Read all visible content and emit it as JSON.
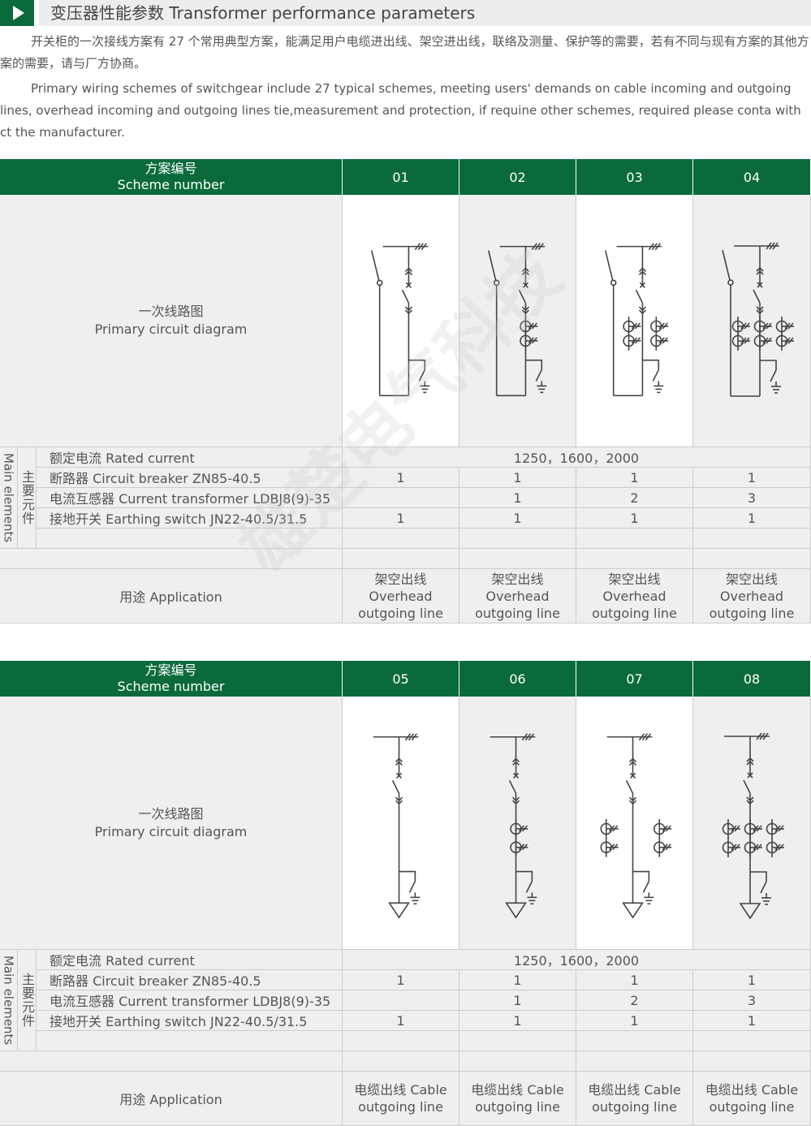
{
  "title": "变压器性能参数 Transformer performance parameters",
  "intro": {
    "cn": "开关柜的一次接线方案有 27 个常用典型方案，能满足用户电缆进出线、架空进出线，联络及测量、保护等的需要，若有不同与现有方案的其他方案的需要，请与厂方协商。",
    "en": "Primary wiring schemes of switchgear include 27 typical schemes, meeting users' demands on cable incoming and outgoing lines, overhead incoming and outgoing lines tie,measurement and protection, if requine other schemes, required please conta with ct the manufacturer."
  },
  "watermark": "雄楚电气科技",
  "labels": {
    "scheme_cn": "方案编号",
    "scheme_en": "Scheme number",
    "diagram_cn": "一次线路图",
    "diagram_en": "Primary circuit diagram",
    "main_en": "Main elements",
    "main_cn": "主要元件",
    "rated": "额定电流 Rated current",
    "breaker": "断路器 Circuit breaker ZN85-40.5",
    "ct": "电流互感器 Current transformer LDBJ8(9)-35",
    "earth": "接地开关 Earthing switch JN22-40.5/31.5",
    "application": "用途 Application"
  },
  "tables": [
    {
      "rated_current": "1250，1600，2000",
      "schemes": [
        {
          "number": "01",
          "diagram": "overhead",
          "ct": 0,
          "breaker": "1",
          "ct_count": "",
          "earthing": "1",
          "app_cn": "架空出线",
          "app_en": "Overhead outgoing line"
        },
        {
          "number": "02",
          "diagram": "overhead",
          "ct": 1,
          "breaker": "1",
          "ct_count": "1",
          "earthing": "1",
          "app_cn": "架空出线",
          "app_en": "Overhead outgoing line"
        },
        {
          "number": "03",
          "diagram": "overhead",
          "ct": 2,
          "breaker": "1",
          "ct_count": "2",
          "earthing": "1",
          "app_cn": "架空出线",
          "app_en": "Overhead outgoing line"
        },
        {
          "number": "04",
          "diagram": "overhead",
          "ct": 3,
          "breaker": "1",
          "ct_count": "3",
          "earthing": "1",
          "app_cn": "架空出线",
          "app_en": "Overhead outgoing line"
        }
      ]
    },
    {
      "rated_current": "1250，1600，2000",
      "schemes": [
        {
          "number": "05",
          "diagram": "cable",
          "ct": 0,
          "breaker": "1",
          "ct_count": "",
          "earthing": "1",
          "app_cn": "电缆出线 Cable",
          "app_en": "outgoing line"
        },
        {
          "number": "06",
          "diagram": "cable",
          "ct": 1,
          "breaker": "1",
          "ct_count": "1",
          "earthing": "1",
          "app_cn": "电缆出线 Cable",
          "app_en": "outgoing line"
        },
        {
          "number": "07",
          "diagram": "cable",
          "ct": 2,
          "breaker": "1",
          "ct_count": "2",
          "earthing": "1",
          "app_cn": "电缆出线 Cable",
          "app_en": "outgoing line"
        },
        {
          "number": "08",
          "diagram": "cable",
          "ct": 3,
          "breaker": "1",
          "ct_count": "3",
          "earthing": "1",
          "app_cn": "电缆出线 Cable",
          "app_en": "outgoing line"
        }
      ]
    }
  ]
}
